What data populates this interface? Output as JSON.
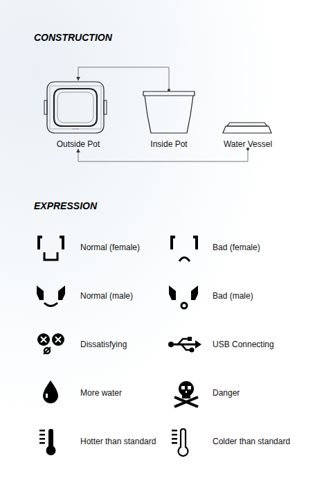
{
  "diagram": {
    "nodes": [
      {
        "text": [
          "Outside Pot"
        ]
      },
      {
        "text": [
          "Inside Pot"
        ]
      },
      {
        "text": [
          "Water Vessel"
        ]
      }
    ],
    "edges": [
      {
        "from": 1,
        "to": 0,
        "arrow": "to"
      },
      {
        "from": 2,
        "to": 0,
        "arrow": "to"
      }
    ],
    "labels": [
      "CONSTRUCTION",
      "EXPRESSION",
      "Normal (female)",
      "Bad (female)",
      "Normal (male)",
      "Bad (male)",
      "Dissatisfying",
      "USB Connecting",
      "More water",
      "Danger",
      "Hotter than standard",
      "Colder than standard"
    ]
  }
}
